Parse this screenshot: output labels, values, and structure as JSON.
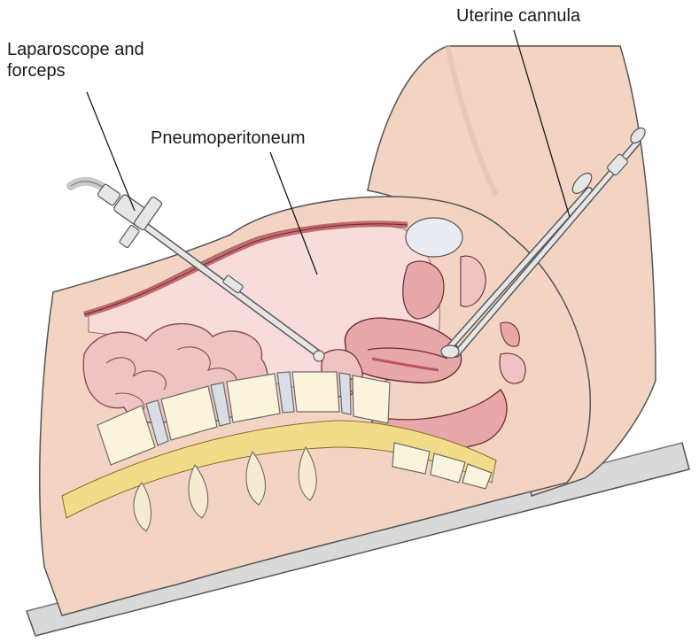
{
  "labels": {
    "laparoscope_line1": "Laparoscope and",
    "laparoscope_line2": "forceps",
    "pneumoperitoneum": "Pneumoperitoneum",
    "uterine_cannula": "Uterine cannula"
  },
  "colors": {
    "skin": "#f3d4c2",
    "skin_shadow": "#e6bda6",
    "cavity": "#f8dcdc",
    "organ": "#e8a7a8",
    "organ_dark": "#b8585e",
    "bowel": "#efc3c3",
    "vertebra": "#fbf4dc",
    "disc": "#d8dde6",
    "spinal_cord": "#f2dc8a",
    "instrument": "#e6e6e6",
    "instrument_outline": "#5a5a5a",
    "table": "#d9d9d9",
    "bladder": "#e9ebf3"
  }
}
